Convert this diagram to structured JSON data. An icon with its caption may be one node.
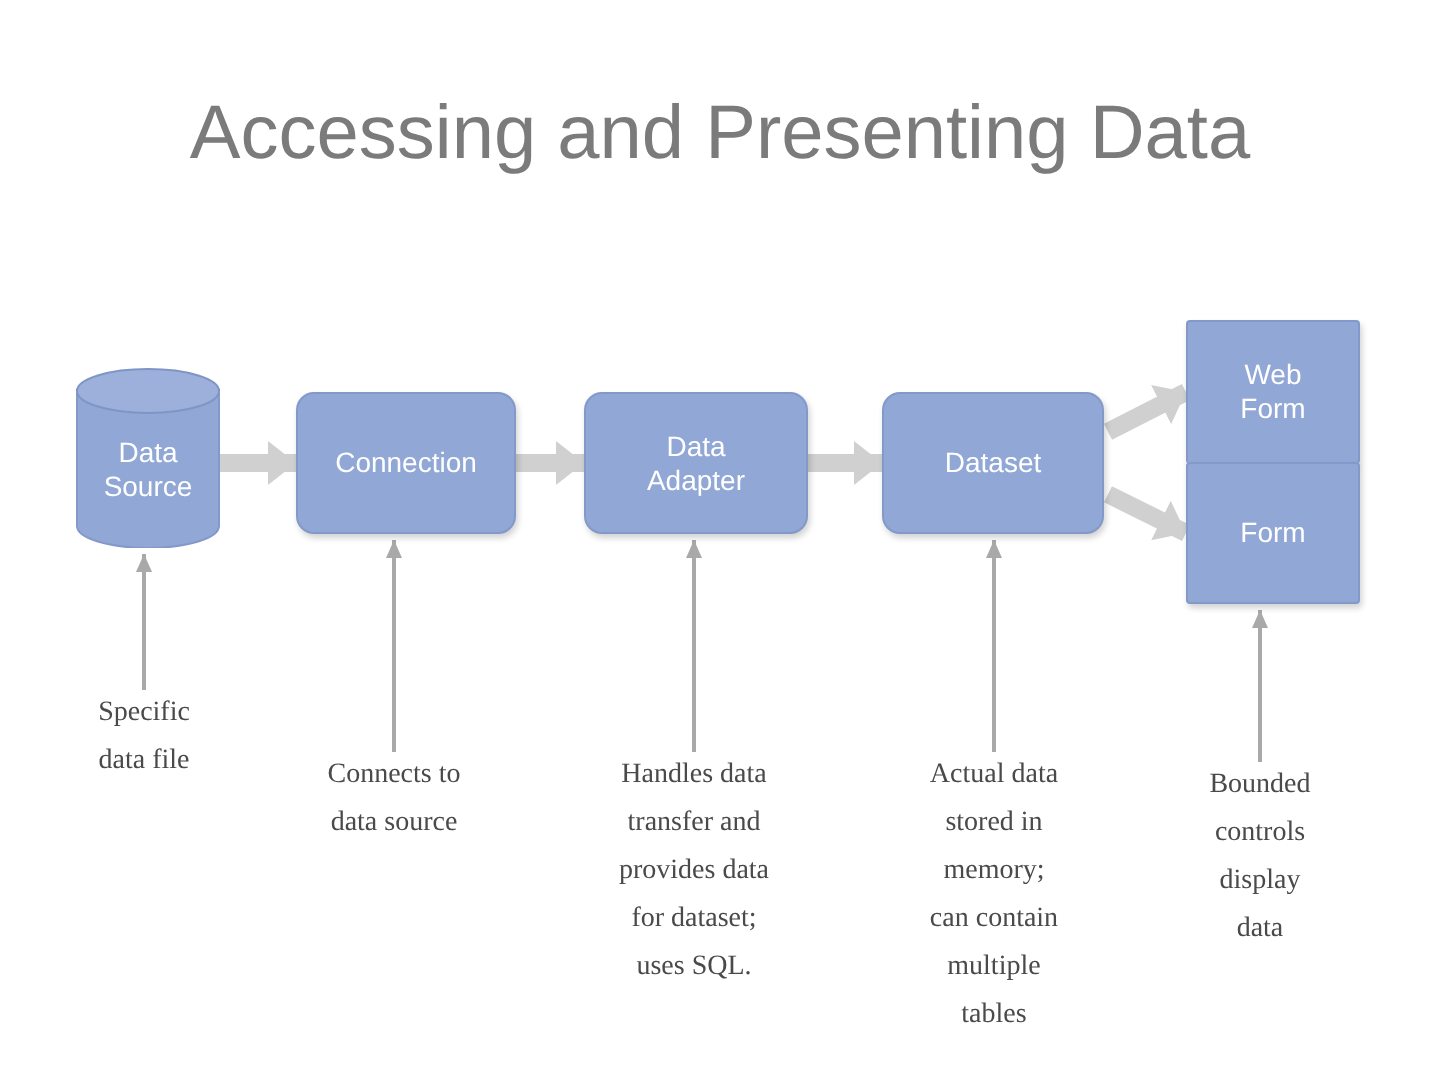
{
  "diagram": {
    "title": "Accessing and Presenting Data",
    "nodes": [
      {
        "text": [
          "Data Source"
        ]
      },
      {
        "text": [
          "Connection"
        ]
      },
      {
        "text": [
          "Data Adapter"
        ]
      },
      {
        "text": [
          "Dataset"
        ]
      },
      {
        "text": [
          "Web Form"
        ]
      },
      {
        "text": [
          "Form"
        ]
      },
      {
        "text": [
          "Specific data file"
        ]
      },
      {
        "text": [
          "Connects to data source"
        ]
      },
      {
        "text": [
          "Handles data transfer and provides data for dataset; uses SQL."
        ]
      },
      {
        "text": [
          "Actual data stored in memory; can contain multiple tables"
        ]
      },
      {
        "text": [
          "Bounded controls display data"
        ]
      }
    ],
    "edges": [
      {
        "from": 0,
        "to": 1,
        "arrow": "to",
        "style": "thick",
        "color": "#d0d0d0"
      },
      {
        "from": 1,
        "to": 2,
        "arrow": "to",
        "style": "thick",
        "color": "#d0d0d0"
      },
      {
        "from": 2,
        "to": 3,
        "arrow": "to",
        "style": "thick",
        "color": "#d0d0d0"
      },
      {
        "from": 3,
        "to": 4,
        "arrow": "to",
        "style": "thick",
        "color": "#d0d0d0"
      },
      {
        "from": 3,
        "to": 5,
        "arrow": "to",
        "style": "thick",
        "color": "#d0d0d0"
      },
      {
        "from": 6,
        "to": 0,
        "arrow": "to"
      },
      {
        "from": 7,
        "to": 1,
        "arrow": "to"
      },
      {
        "from": 8,
        "to": 2,
        "arrow": "to"
      },
      {
        "from": 9,
        "to": 3,
        "arrow": "to"
      },
      {
        "from": 10,
        "to": 5,
        "arrow": "to"
      }
    ]
  }
}
